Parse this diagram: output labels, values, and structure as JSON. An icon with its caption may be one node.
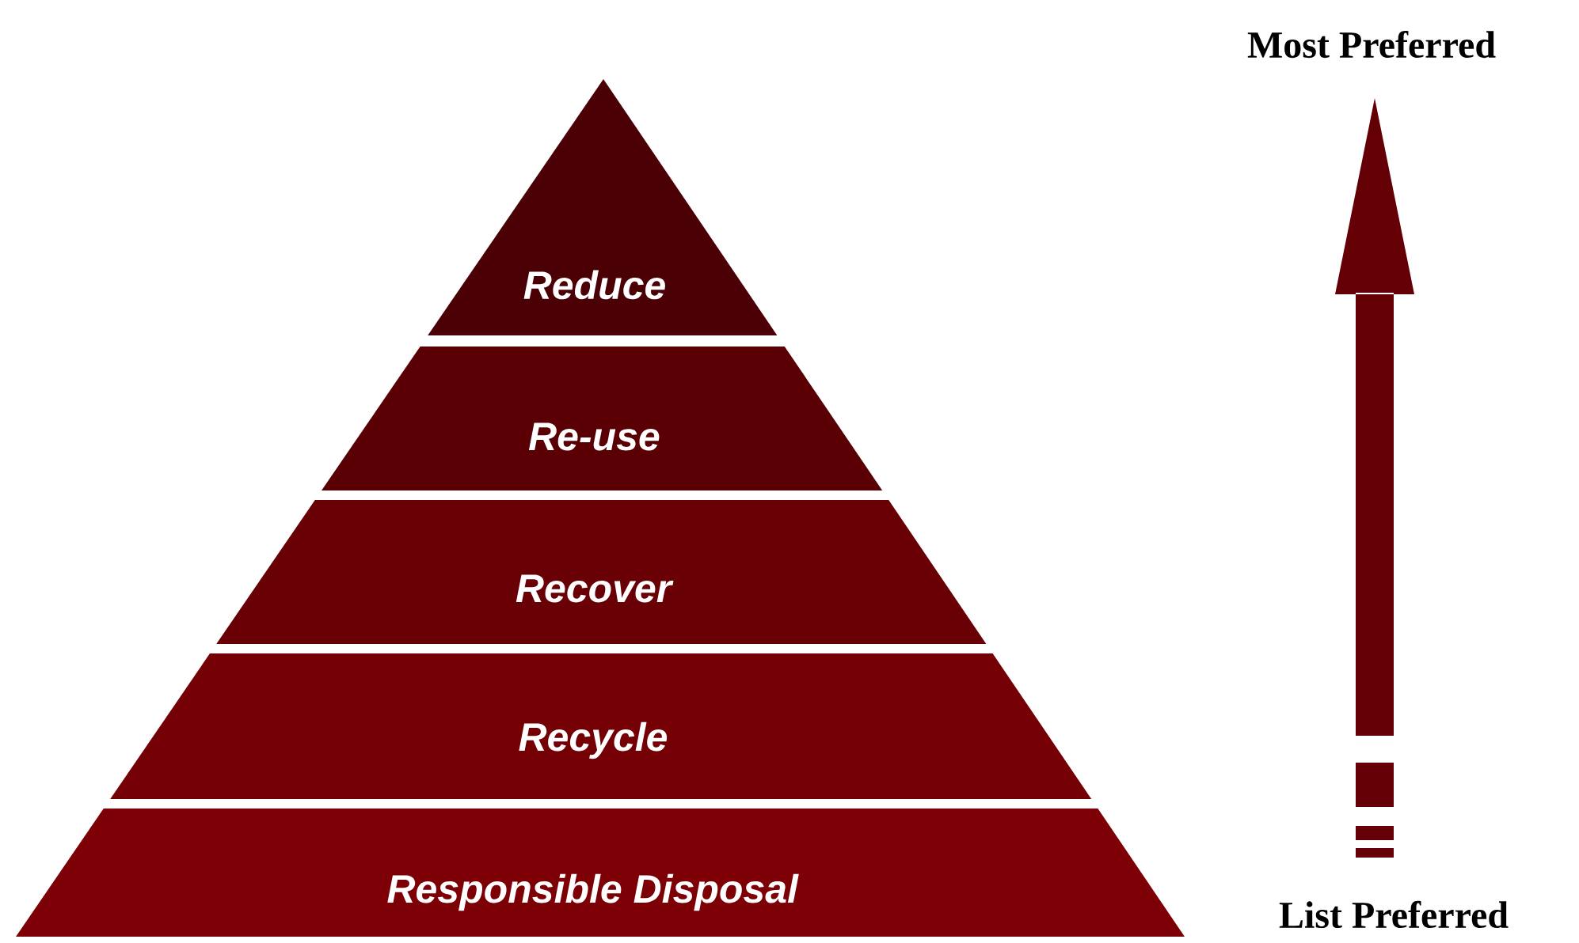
{
  "diagram": {
    "nodes": [
      {
        "text": [
          "Reduce"
        ]
      },
      {
        "text": [
          "Re-use"
        ]
      },
      {
        "text": [
          "Recover"
        ]
      },
      {
        "text": [
          "Recycle"
        ]
      },
      {
        "text": [
          "Responsible Disposal"
        ]
      }
    ],
    "labels": [
      "Most Preferred",
      "List Preferred"
    ]
  }
}
